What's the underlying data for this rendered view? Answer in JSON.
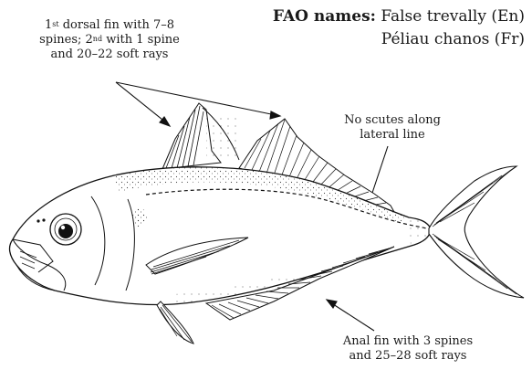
{
  "fao": {
    "label": "FAO names:",
    "name_en": "False trevally (En)",
    "name_fr": "Péliau chanos (Fr)"
  },
  "annotations": {
    "dorsal": {
      "line1_a": "1",
      "line1_sup": "st",
      "line1_b": " dorsal fin with 7–8",
      "line2_a": "spines; 2",
      "line2_sup": "nd",
      "line2_b": " with 1 spine",
      "line3": "and 20–22 soft rays"
    },
    "lateral": {
      "line1": "No scutes along",
      "line2": "lateral line"
    },
    "anal": {
      "line1": "Anal fin with 3 spines",
      "line2": "and 25–28 soft rays"
    }
  }
}
